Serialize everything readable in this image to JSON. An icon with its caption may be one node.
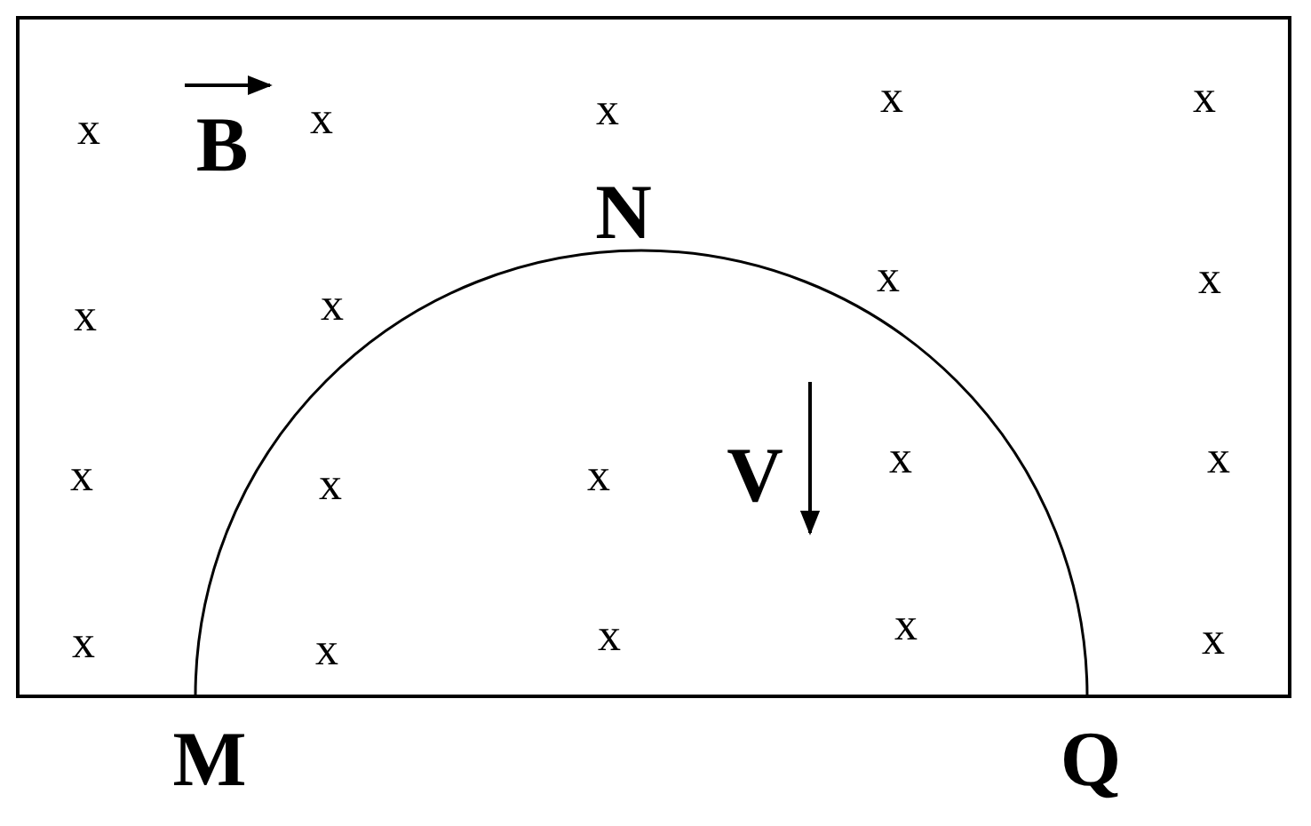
{
  "diagram": {
    "labels": [
      "x",
      "B",
      "x",
      "x",
      "x",
      "x",
      "N",
      "x",
      "x",
      "x",
      "x",
      "x",
      "x",
      "x",
      "V",
      "x",
      "x",
      "x",
      "x",
      "x",
      "x",
      "x",
      "M",
      "Q"
    ]
  }
}
